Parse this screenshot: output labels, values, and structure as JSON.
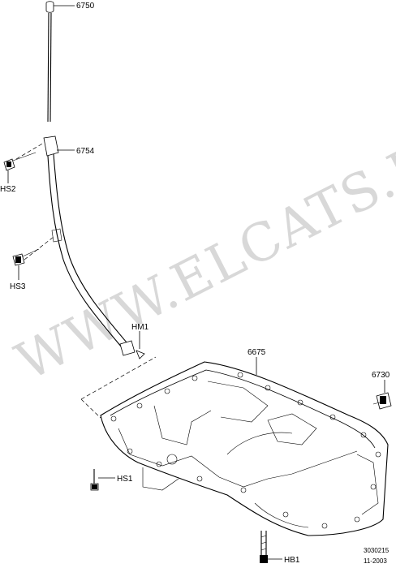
{
  "watermark": "WWW.ELCATS.RU",
  "callouts": {
    "p6750": "6750",
    "p6754": "6754",
    "hs2": "HS2",
    "hs3": "HS3",
    "hm1": "HM1",
    "p6675": "6675",
    "p6730": "6730",
    "hs1": "HS1",
    "hb1": "HB1"
  },
  "footer": {
    "ref": "3030215",
    "date": "11-2003"
  }
}
